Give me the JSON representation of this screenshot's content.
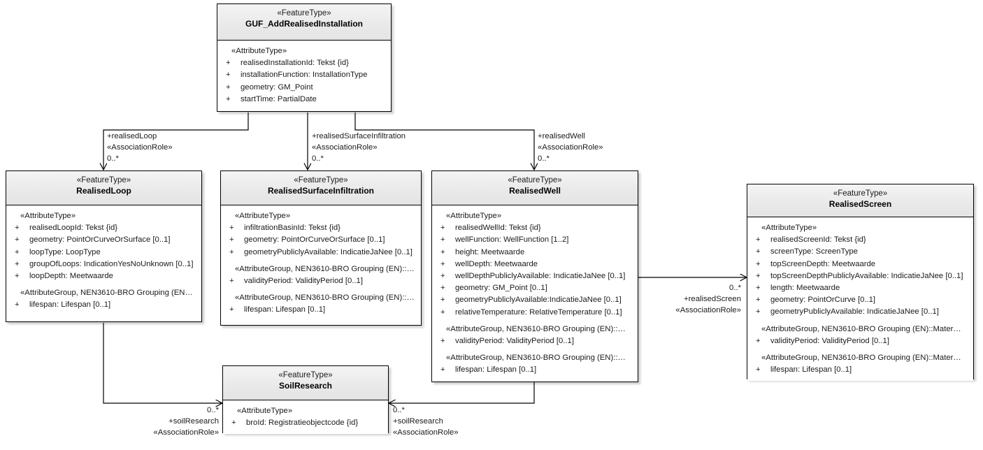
{
  "diagram": {
    "title": "GUF_AddRealisedInstallation UML class diagram",
    "type": "uml-class-diagram",
    "colors": {
      "header_fill": "#ededed",
      "body_fill": "#ffffff",
      "border": "#000000",
      "text": "#1a1a1a",
      "connector": "#000000"
    }
  },
  "classes": [
    {
      "id": "guf_add_realised_installation",
      "stereotype": "«FeatureType»",
      "name": "GUF_AddRealisedInstallation",
      "groups": [
        {
          "label": "«AttributeType»",
          "attributes": [
            {
              "visibility": "+",
              "text": "realisedInstallationId: Tekst {id}"
            },
            {
              "visibility": "+",
              "text": "installationFunction: InstallationType"
            },
            {
              "visibility": "+",
              "text": "geometry: GM_Point"
            },
            {
              "visibility": "+",
              "text": "startTime: PartialDate"
            }
          ]
        }
      ]
    },
    {
      "id": "realised_loop",
      "stereotype": "«FeatureType»",
      "name": "RealisedLoop",
      "groups": [
        {
          "label": "«AttributeType»",
          "attributes": [
            {
              "visibility": "+",
              "text": "realisedLoopId: Tekst {id}"
            },
            {
              "visibility": "+",
              "text": "geometry: PointOrCurveOrSurface [0..1]"
            },
            {
              "visibility": "+",
              "text": "loopType: LoopType"
            },
            {
              "visibility": "+",
              "text": "groupOfLoops: IndicationYesNoUnknown [0..1]"
            },
            {
              "visibility": "+",
              "text": "loopDepth: Meetwaarde"
            }
          ]
        },
        {
          "label": "«AttributeGroup, NEN3610-BRO Grouping (EN…",
          "attributes": [
            {
              "visibility": "+",
              "text": "lifespan: Lifespan [0..1]"
            }
          ]
        }
      ]
    },
    {
      "id": "realised_surface_infiltration",
      "stereotype": "«FeatureType»",
      "name": "RealisedSurfaceInfiltration",
      "groups": [
        {
          "label": "«AttributeType»",
          "attributes": [
            {
              "visibility": "+",
              "text": "infiltrationBasinId: Tekst {id}"
            },
            {
              "visibility": "+",
              "text": "geometry: PointOrCurveOrSurface [0..1]"
            },
            {
              "visibility": "+",
              "text": "geometryPubliclyAvailable: IndicatieJaNee [0..1]"
            }
          ]
        },
        {
          "label": "«AttributeGroup, NEN3610-BRO Grouping (EN)::…",
          "attributes": [
            {
              "visibility": "+",
              "text": "validityPeriod: ValidityPeriod [0..1]"
            }
          ]
        },
        {
          "label": "«AttributeGroup, NEN3610-BRO Grouping (EN)::…",
          "attributes": [
            {
              "visibility": "+",
              "text": "lifespan: Lifespan [0..1]"
            }
          ]
        }
      ]
    },
    {
      "id": "realised_well",
      "stereotype": "«FeatureType»",
      "name": "RealisedWell",
      "groups": [
        {
          "label": "«AttributeType»",
          "attributes": [
            {
              "visibility": "+",
              "text": "realisedWellId: Tekst {id}"
            },
            {
              "visibility": "+",
              "text": "wellFunction: WellFunction [1..2]"
            },
            {
              "visibility": "+",
              "text": "height: Meetwaarde"
            },
            {
              "visibility": "+",
              "text": "wellDepth: Meetwaarde"
            },
            {
              "visibility": "+",
              "text": "wellDepthPubliclyAvailable: IndicatieJaNee [0..1]"
            },
            {
              "visibility": "+",
              "text": "geometry: GM_Point [0..1]"
            },
            {
              "visibility": "+",
              "text": "geometryPubliclyAvailable:IndicatieJaNee [0..1]"
            },
            {
              "visibility": "+",
              "text": "relativeTemperature: RelativeTemperature [0..1]"
            }
          ]
        },
        {
          "label": "«AttributeGroup, NEN3610-BRO Grouping (EN)::…",
          "attributes": [
            {
              "visibility": "+",
              "text": "validityPeriod: ValidityPeriod [0..1]"
            }
          ]
        },
        {
          "label": "«AttributeGroup, NEN3610-BRO Grouping (EN)::…",
          "attributes": [
            {
              "visibility": "+",
              "text": "lifespan: Lifespan [0..1]"
            }
          ]
        }
      ]
    },
    {
      "id": "realised_screen",
      "stereotype": "«FeatureType»",
      "name": "RealisedScreen",
      "groups": [
        {
          "label": "«AttributeType»",
          "attributes": [
            {
              "visibility": "+",
              "text": "realisedScreenId: Tekst {id}"
            },
            {
              "visibility": "+",
              "text": "screenType: ScreenType"
            },
            {
              "visibility": "+",
              "text": "topScreenDepth: Meetwaarde"
            },
            {
              "visibility": "+",
              "text": "topScreenDepthPubliclyAvailable: IndicatieJaNee [0..1]"
            },
            {
              "visibility": "+",
              "text": "length: Meetwaarde"
            },
            {
              "visibility": "+",
              "text": "geometry: PointOrCurve [0..1]"
            },
            {
              "visibility": "+",
              "text": "geometryPubliclyAvailable: IndicatieJaNee [0..1]"
            }
          ]
        },
        {
          "label": "«AttributeGroup, NEN3610-BRO Grouping (EN)::Mater…",
          "attributes": [
            {
              "visibility": "+",
              "text": "validityPeriod: ValidityPeriod [0..1]"
            }
          ]
        },
        {
          "label": "«AttributeGroup, NEN3610-BRO Grouping (EN)::Mater…",
          "attributes": [
            {
              "visibility": "+",
              "text": "lifespan: Lifespan [0..1]"
            }
          ]
        }
      ]
    },
    {
      "id": "soil_research",
      "stereotype": "«FeatureType»",
      "name": "SoilResearch",
      "groups": [
        {
          "label": "«AttributeType»",
          "attributes": [
            {
              "visibility": "+",
              "text": "broId: Registratieobjectcode {id}"
            }
          ]
        }
      ]
    }
  ],
  "associations": [
    {
      "id": "assoc_realised_loop",
      "role": "+realisedLoop",
      "stereotype": "«AssociationRole»",
      "multiplicity": "0..*"
    },
    {
      "id": "assoc_realised_surface_infiltration",
      "role": "+realisedSurfaceInfiltration",
      "stereotype": "«AssociationRole»",
      "multiplicity": "0..*"
    },
    {
      "id": "assoc_realised_well",
      "role": "+realisedWell",
      "stereotype": "«AssociationRole»",
      "multiplicity": "0..*"
    },
    {
      "id": "assoc_realised_screen",
      "role": "+realisedScreen",
      "stereotype": "«AssociationRole»",
      "multiplicity": "0..*"
    },
    {
      "id": "assoc_soil_research_loop",
      "role": "+soilResearch",
      "stereotype": "«AssociationRole»",
      "multiplicity": "0..*"
    },
    {
      "id": "assoc_soil_research_well",
      "role": "+soilResearch",
      "stereotype": "«AssociationRole»",
      "multiplicity": "0..*"
    }
  ]
}
